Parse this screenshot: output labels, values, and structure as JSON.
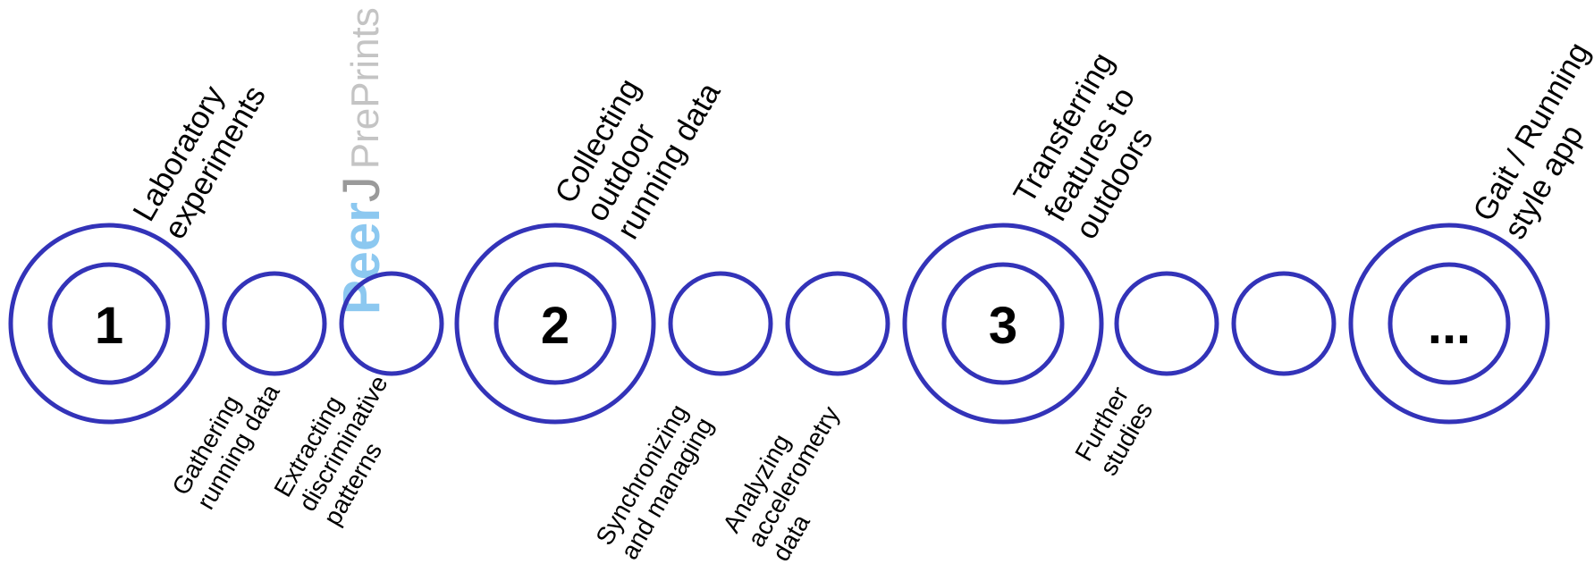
{
  "watermark": {
    "peer": "Peer",
    "j": "J",
    "preprints": "PrePrints"
  },
  "milestones": [
    {
      "number": "1",
      "label_lines": [
        "Laboratory",
        "experiments"
      ]
    },
    {
      "number": "2",
      "label_lines": [
        "Collecting",
        "outdoor",
        "running data"
      ]
    },
    {
      "number": "3",
      "label_lines": [
        "Transferring",
        "features to",
        "outdoors"
      ]
    },
    {
      "number": "...",
      "label_lines": [
        "Gait / Running",
        "style app"
      ]
    }
  ],
  "steps": [
    {
      "label_lines": [
        "Gathering",
        "running data"
      ]
    },
    {
      "label_lines": [
        "Extracting",
        "discriminative",
        "patterns"
      ]
    },
    {
      "label_lines": [
        "Synchronizing",
        "and managing"
      ]
    },
    {
      "label_lines": [
        "Analyzing",
        "accelerometry",
        "data"
      ]
    },
    {
      "label_lines": [
        "Further",
        "studies"
      ]
    },
    {
      "label_lines": []
    }
  ],
  "colors": {
    "ring": "#3333b8",
    "text": "#000000",
    "watermark_peer": "#8cc8f0",
    "watermark_j": "#9a9a9a",
    "watermark_preprints": "#c4c4c4"
  }
}
